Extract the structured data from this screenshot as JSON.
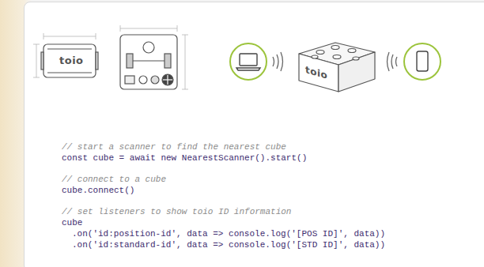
{
  "diagram": {
    "labels": [
      "toio",
      "toio",
      "// start a scanner to find the nearest cube",
      "const cube = await new NearestScanner().start()",
      "// connect to a cube",
      "cube.connect()",
      "// set listeners to show toio ID information",
      "cube",
      ".on('id:position-id', data => console.log('[POS ID]', data))",
      ".on('id:standard-id', data => console.log('[STD ID]', data))"
    ]
  }
}
